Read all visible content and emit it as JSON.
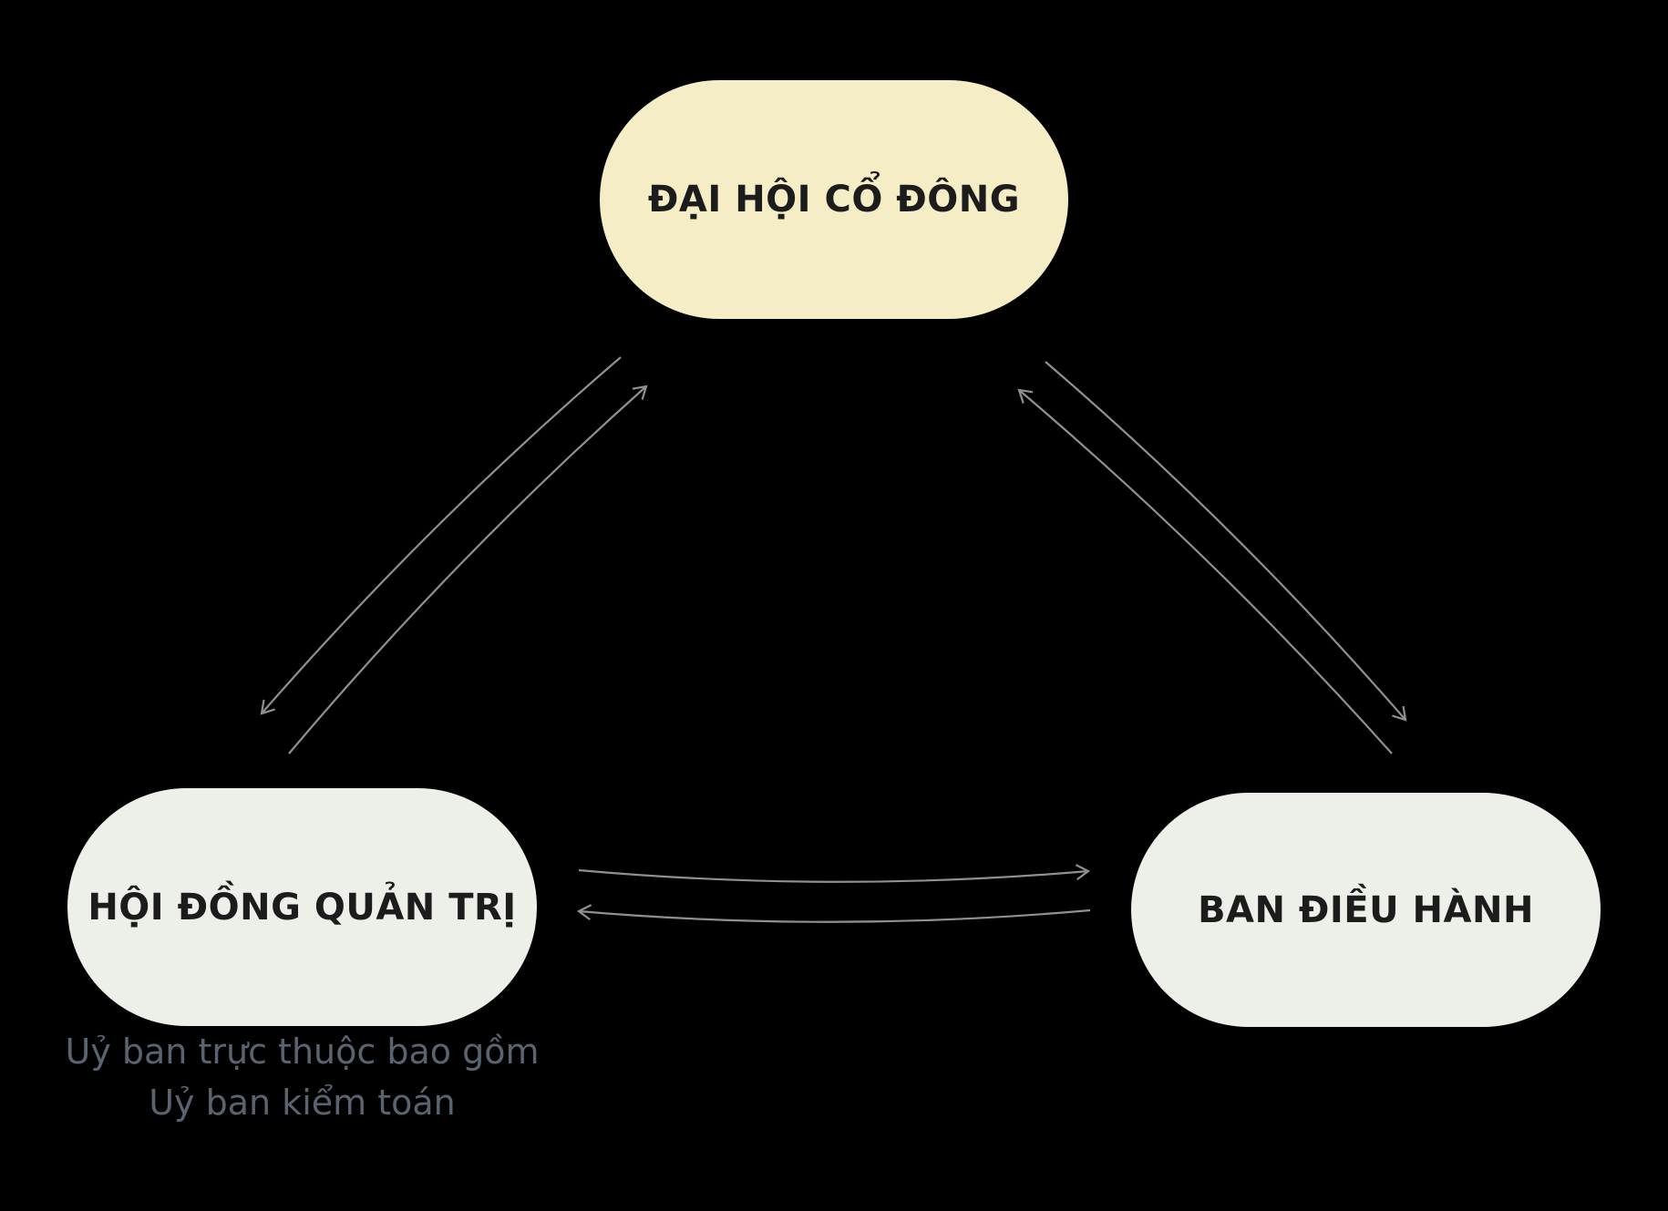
{
  "diagram": {
    "nodes": [
      {
        "id": "shareholders",
        "label": "ĐẠI HỘI CỔ ĐÔNG",
        "fill": "#f5edc6"
      },
      {
        "id": "board",
        "label": "HỘI ĐỒNG QUẢN TRỊ",
        "fill": "#edf0e9"
      },
      {
        "id": "executive",
        "label": "BAN ĐIỀU HÀNH",
        "fill": "#edf0e9"
      }
    ],
    "caption": {
      "line1": "Uỷ ban trực thuộc bao gồm",
      "line2": "Uỷ ban kiểm toán",
      "color": "#5a6370"
    },
    "arrows": [
      {
        "id": "board-to-shareholders",
        "direction": "up"
      },
      {
        "id": "shareholders-to-board",
        "direction": "down"
      },
      {
        "id": "executive-to-shareholders",
        "direction": "up"
      },
      {
        "id": "shareholders-to-executive",
        "direction": "down"
      },
      {
        "id": "board-to-executive",
        "direction": "right"
      },
      {
        "id": "executive-to-board",
        "direction": "left"
      }
    ],
    "colors": {
      "background": "#000000",
      "arrow": "#909090",
      "node_text": "#1c1c1c"
    }
  }
}
